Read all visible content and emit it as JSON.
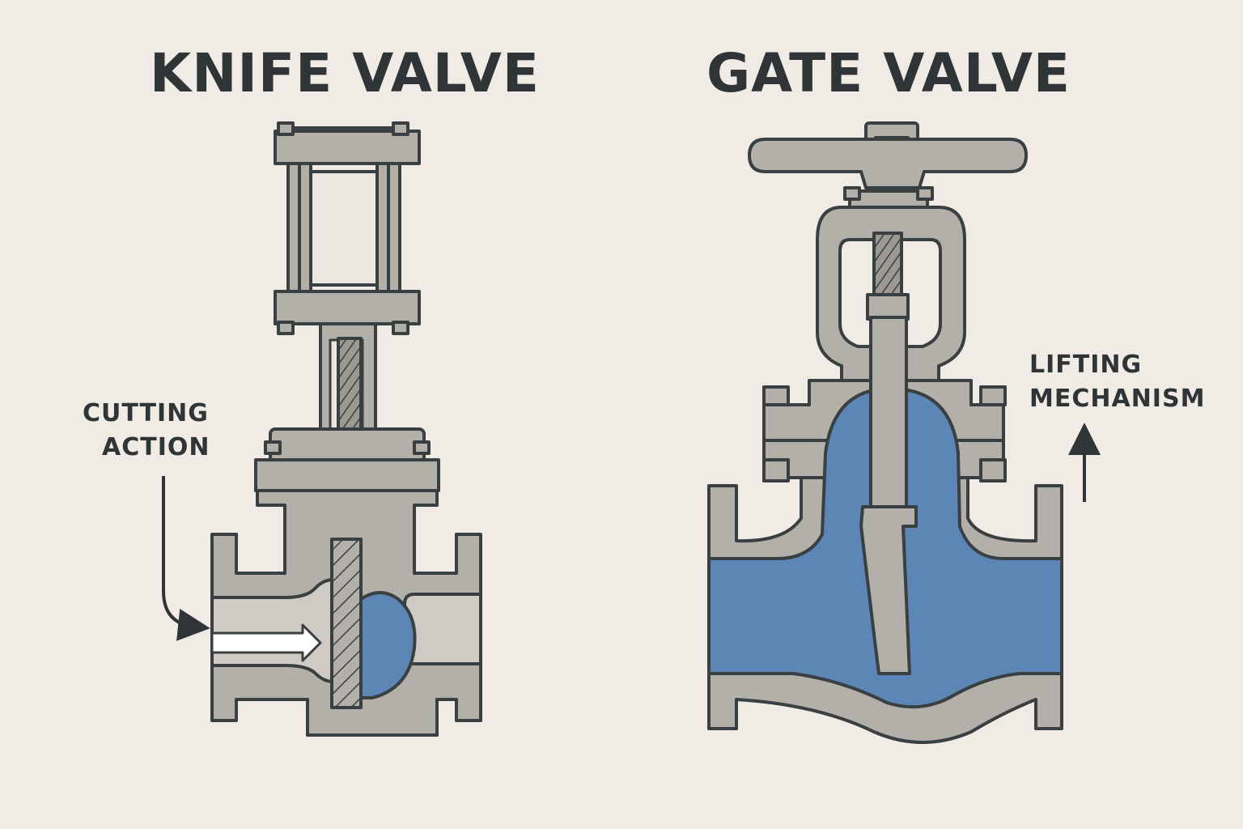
{
  "knife_valve": {
    "title": "KNIFE VALVE",
    "callout_line1": "CUTTING",
    "callout_line2": "ACTION"
  },
  "gate_valve": {
    "title": "GATE VALVE",
    "callout_line1": "LIFTING",
    "callout_line2": "MECHANISM"
  },
  "colors": {
    "background": "#f0ebe4",
    "metal": "#b3b0aa",
    "outline": "#3a3f42",
    "fluid": "#5b86b5",
    "text": "#2f3437"
  }
}
